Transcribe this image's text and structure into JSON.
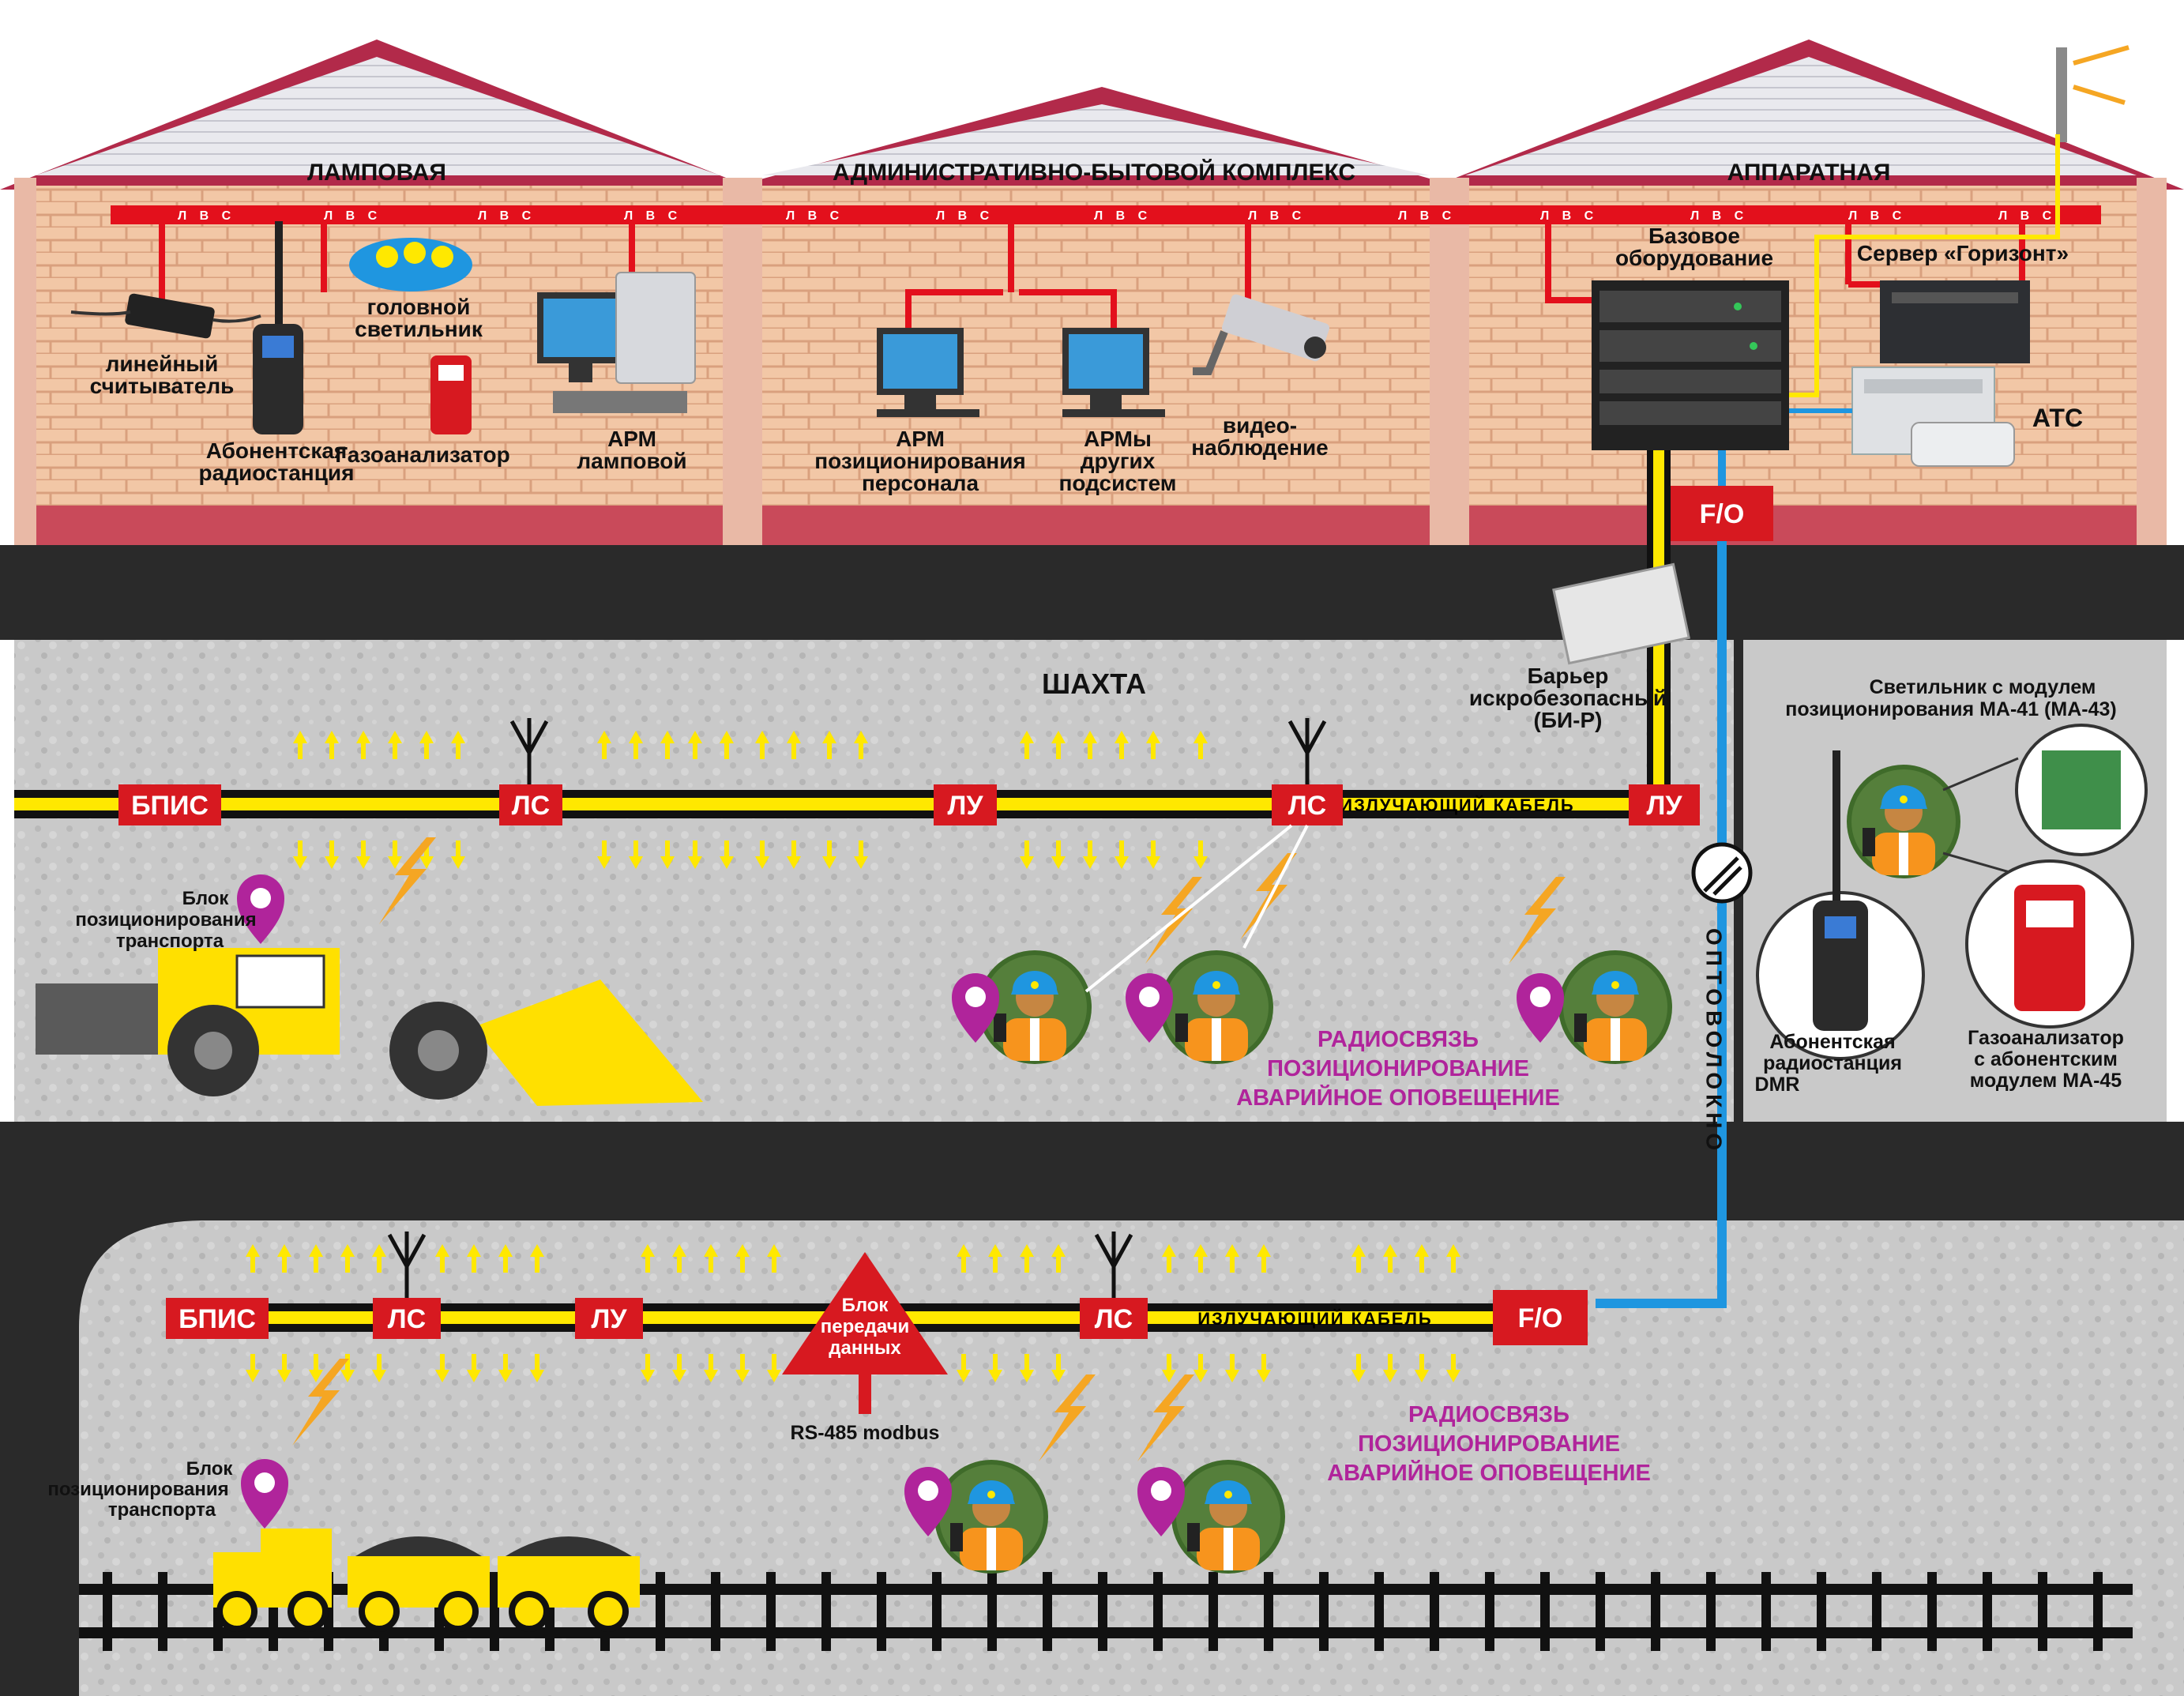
{
  "buildings": {
    "lamp_room": "ЛАМПОВАЯ",
    "admin_complex": "АДМИНИСТРАТИВНО-БЫТОВОЙ КОМПЛЕКС",
    "equipment_room": "АППАРАТНАЯ"
  },
  "lan_label": "Л В С",
  "lamp_room_items": {
    "reader": [
      "линейный",
      "считыватель"
    ],
    "radio": [
      "Абонентская",
      "радиостанция"
    ],
    "headlamp": [
      "головной",
      "светильник"
    ],
    "gas": "Газоанализатор",
    "arm": [
      "АРМ",
      "ламповой"
    ]
  },
  "admin_items": {
    "arm_pos": [
      "АРМ",
      "позиционирования",
      "персонала"
    ],
    "arm_other": [
      "АРМы",
      "других",
      "подсистем"
    ],
    "video": [
      "видео-",
      "наблюдение"
    ]
  },
  "equipment_items": {
    "base": [
      "Базовое",
      "оборудование"
    ],
    "server": "Сервер «Горизонт»",
    "pbx": "АТС"
  },
  "fo_label": "F/O",
  "barrier": [
    "Барьер",
    "искробезопасный",
    "(БИ-Р)"
  ],
  "mine_title": "ШАХТА",
  "tunnel1": {
    "bpis": "БПИС",
    "ls": "ЛС",
    "lu": "ЛУ",
    "cable": "ИЗЛУЧАЮЩИЙ КАБЕЛЬ",
    "vehicle_block": [
      "Блок",
      "позиционирования",
      "транспорта"
    ],
    "caption": [
      "РАДИОСВЯЗЬ",
      "ПОЗИЦИОНИРОВАНИЕ",
      "АВАРИЙНОЕ ОПОВЕЩЕНИЕ"
    ]
  },
  "tunnel2": {
    "bpis": "БПИС",
    "ls": "ЛС",
    "lu": "ЛУ",
    "cable": "ИЗЛУЧАЮЩИЙ КАБЕЛЬ",
    "fo": "F/O",
    "data_block": [
      "Блок",
      "передачи",
      "данных"
    ],
    "rs485": "RS-485 modbus",
    "vehicle_block": [
      "Блок",
      "позиционирования",
      "транспорта"
    ],
    "caption": [
      "РАДИОСВЯЗЬ",
      "ПОЗИЦИОНИРОВАНИЕ",
      "АВАРИЙНОЕ ОПОВЕЩЕНИЕ"
    ]
  },
  "fiber_label": "ОПТОВОЛОКНО",
  "right_panel": {
    "lamp_module": [
      "Светильник с модулем",
      "позиционирования МА-41 (МА-43)"
    ],
    "radio_dmr": [
      "Абонентская",
      "радиостанция",
      "DMR"
    ],
    "gas_module": [
      "Газоанализатор",
      "с абонентским",
      "модулем МА-45"
    ]
  },
  "colors": {
    "lan_red": "#e3101c",
    "box_red": "#d71920",
    "cable_yellow": "#ffe800",
    "fiber_blue": "#1f96e0",
    "purple": "#b0249b",
    "brick": "#f0c4a2"
  }
}
